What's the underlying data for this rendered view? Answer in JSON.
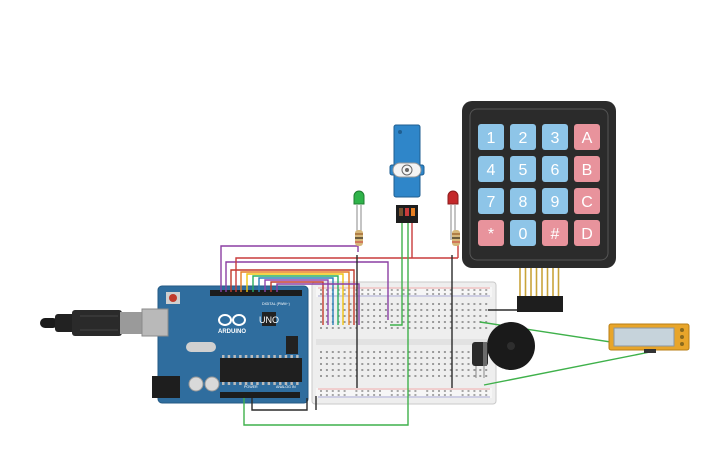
{
  "arduino": {
    "brand_text": "ARDUINO",
    "model_text": "UNO",
    "header_digital": "DIGITAL (PWM~)",
    "header_power": "POWER",
    "header_analog": "ANALOG IN"
  },
  "keypad": {
    "keys": [
      "1",
      "2",
      "3",
      "A",
      "4",
      "5",
      "6",
      "B",
      "7",
      "8",
      "9",
      "C",
      "*",
      "0",
      "#",
      "D"
    ]
  },
  "colors": {
    "board": "#2f6d9e",
    "keypad_body": "#2b2b2b",
    "key_number": "#8ec5e8",
    "key_letter": "#e8939c",
    "servo_body": "#2f86c9",
    "led_green": "#2fb34a",
    "led_red": "#c4282a",
    "lcd_frame": "#e8a52a",
    "lcd_screen": "#c6d3db",
    "breadboard": "#eeeeee",
    "wire_green": "#3fb14b",
    "wire_purple": "#8b3fa3",
    "wire_red": "#c93b3b",
    "wire_black": "#2b2b2b"
  }
}
